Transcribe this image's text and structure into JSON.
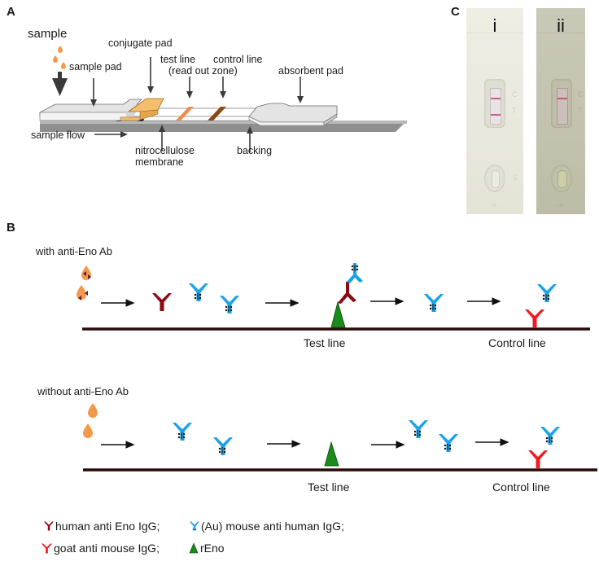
{
  "figure": {
    "panels": {
      "A": {
        "letter": "A",
        "labels": {
          "sample": "sample",
          "sample_pad": "sample pad",
          "conjugate_pad": "conjugate pad",
          "test_line_1": "test line",
          "test_line_2": "(read out zone)",
          "control_line": "control line",
          "absorbent_pad": "absorbent pad",
          "sample_flow": "sample flow",
          "nitrocellulose_1": "nitrocellulose",
          "nitrocellulose_2": "membrane",
          "backing": "backing"
        },
        "colors": {
          "conjugate_pad": "#F5BE6E",
          "test_line": "#F08A4B",
          "control_line": "#8B4A12",
          "strip": "#E6E6E6",
          "droplet": "#F39A4A"
        }
      },
      "B": {
        "letter": "B",
        "schemes": [
          {
            "title": "with anti-Eno Ab",
            "test_line_label": "Test line",
            "control_line_label": "Control line"
          },
          {
            "title": "without anti-Eno Ab",
            "test_line_label": "Test line",
            "control_line_label": "Control line"
          }
        ],
        "legend": [
          {
            "icon": "human-anti-eno-igg-icon",
            "label": "human anti Eno IgG;"
          },
          {
            "icon": "au-mouse-anti-human-igg-icon",
            "label": "(Au) mouse anti human IgG;"
          },
          {
            "icon": "goat-anti-mouse-igg-icon",
            "label": "goat anti mouse IgG;"
          },
          {
            "icon": "reno-icon",
            "label": "rEno"
          }
        ],
        "colors": {
          "human_anti_eno_igg": "#8B0A14",
          "mouse_anti_human_igg": "#1AA3E8",
          "goat_anti_mouse_igg": "#EE1C25",
          "reno": "#1A8A1A",
          "baseline": "#2A0A08"
        }
      },
      "C": {
        "letter": "C",
        "cassettes": [
          {
            "label": "i",
            "window_marks": [
              "C",
              "T"
            ],
            "sample_mark": "S",
            "lines_visible": [
              "C",
              "T"
            ]
          },
          {
            "label": "ii",
            "window_marks": [
              "C",
              "T"
            ],
            "sample_mark": "S",
            "lines_visible": [
              "C"
            ]
          }
        ]
      }
    }
  }
}
